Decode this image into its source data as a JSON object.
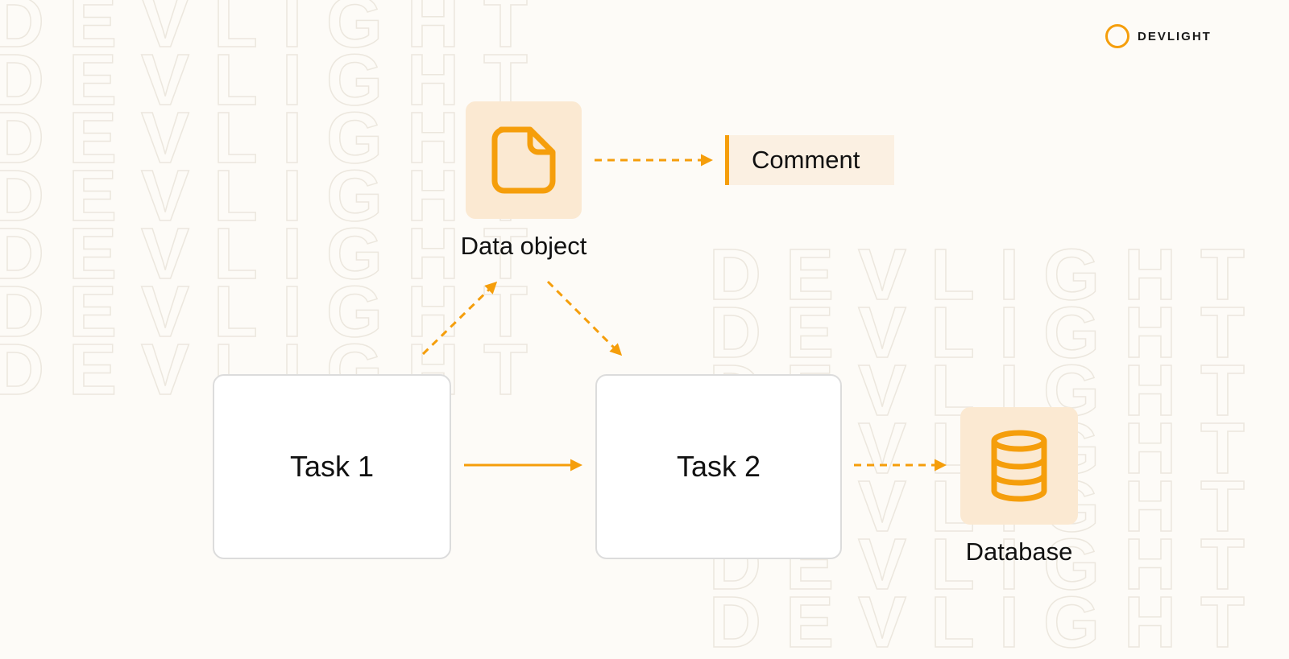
{
  "brand": {
    "name": "DEVLIGHT"
  },
  "colors": {
    "accent": "#f59e0b",
    "tile_bg": "#fbe9d2",
    "background": "#fdfbf7",
    "comment_bg": "#fbf0e2"
  },
  "nodes": {
    "data_object": {
      "label": "Data object",
      "icon": "document-icon"
    },
    "comment": {
      "label": "Comment"
    },
    "task1": {
      "label": "Task 1"
    },
    "task2": {
      "label": "Task 2"
    },
    "database": {
      "label": "Database",
      "icon": "database-icon"
    }
  },
  "edges": [
    {
      "from": "task1",
      "to": "data_object",
      "style": "dashed"
    },
    {
      "from": "data_object",
      "to": "task2",
      "style": "dashed"
    },
    {
      "from": "data_object",
      "to": "comment",
      "style": "dashed"
    },
    {
      "from": "task1",
      "to": "task2",
      "style": "solid"
    },
    {
      "from": "task2",
      "to": "database",
      "style": "dashed"
    }
  ]
}
